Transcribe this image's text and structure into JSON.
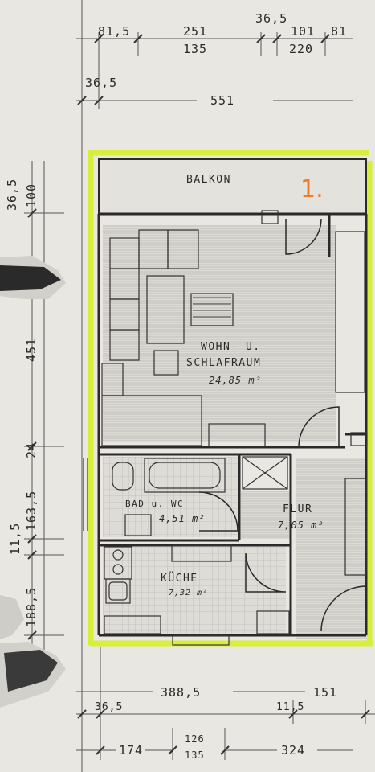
{
  "dims": {
    "top_row1": [
      "81,5",
      "251",
      "36,5",
      "101",
      "81"
    ],
    "top_row2": [
      "135",
      "220"
    ],
    "top_left": "36,5",
    "top_total": "551",
    "left": [
      "36,5",
      "100",
      "451",
      "24",
      "163,5",
      "11,5",
      "188,5"
    ],
    "bottom_row1": [
      "388,5",
      "151"
    ],
    "bottom_row2": [
      "36,5",
      "11,5"
    ],
    "bottom_row3": [
      "174",
      "126",
      "135",
      "324"
    ]
  },
  "rooms": {
    "balkon": "BALKON",
    "wohn_line1": "WOHN- U.",
    "wohn_line2": "SCHLAFRAUM",
    "wohn_area": "24,85 m²",
    "bad": "BAD u. WC",
    "bad_area": "4,51 m²",
    "flur": "FLUR",
    "flur_area": "7,05 m²",
    "kueche": "KÜCHE",
    "kueche_area": "7,32 m²"
  },
  "annotation": "1.",
  "colors": {
    "highlight": "#d8ef3a",
    "ink": "#2a2a2a",
    "annotation": "#f07a2a",
    "paper": "#e9e7e2"
  }
}
